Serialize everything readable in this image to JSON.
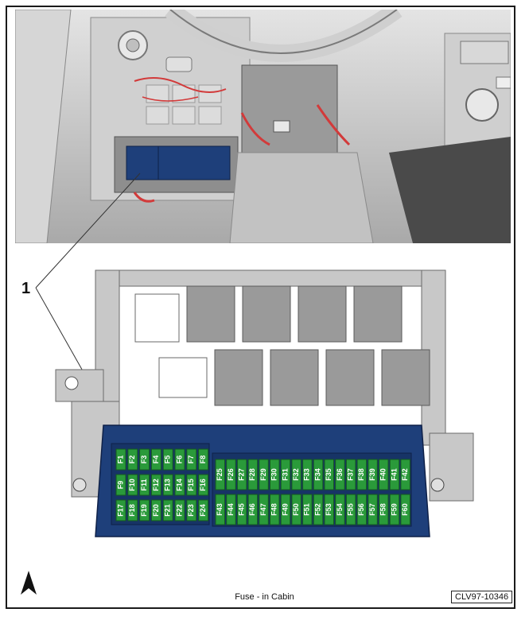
{
  "callout_number": "1",
  "caption": "Fuse - in Cabin",
  "reference_code": "CLV97-10346",
  "colors": {
    "fuse_box": "#1e3f7a",
    "fuse_green": "#2a9a3a",
    "fuse_label": "#ffffff",
    "bracket_grey": "#c8c8c8",
    "harness_red": "#d23a3a"
  },
  "fuses": {
    "block_a": {
      "row1": [
        "F1",
        "F2",
        "F3",
        "F4",
        "F5",
        "F6",
        "F7",
        "F8"
      ],
      "row2": [
        "F9",
        "F10",
        "F11",
        "F12",
        "F13",
        "F14",
        "F15",
        "F16"
      ],
      "row3": [
        "F17",
        "F18",
        "F19",
        "F20",
        "F21",
        "F22",
        "F23",
        "F24"
      ]
    },
    "block_b": {
      "row1": [
        "F25",
        "F26",
        "F27",
        "F28",
        "F29",
        "F30",
        "F31",
        "F32",
        "F33",
        "F34",
        "F35",
        "F36",
        "F37",
        "F38",
        "F39",
        "F40",
        "F41",
        "F42"
      ],
      "row2": [
        "F43",
        "F44",
        "F45",
        "F46",
        "F47",
        "F48",
        "F49",
        "F50",
        "F51",
        "F52",
        "F53",
        "F54",
        "F55",
        "F56",
        "F57",
        "F58",
        "F59",
        "F60"
      ]
    }
  }
}
